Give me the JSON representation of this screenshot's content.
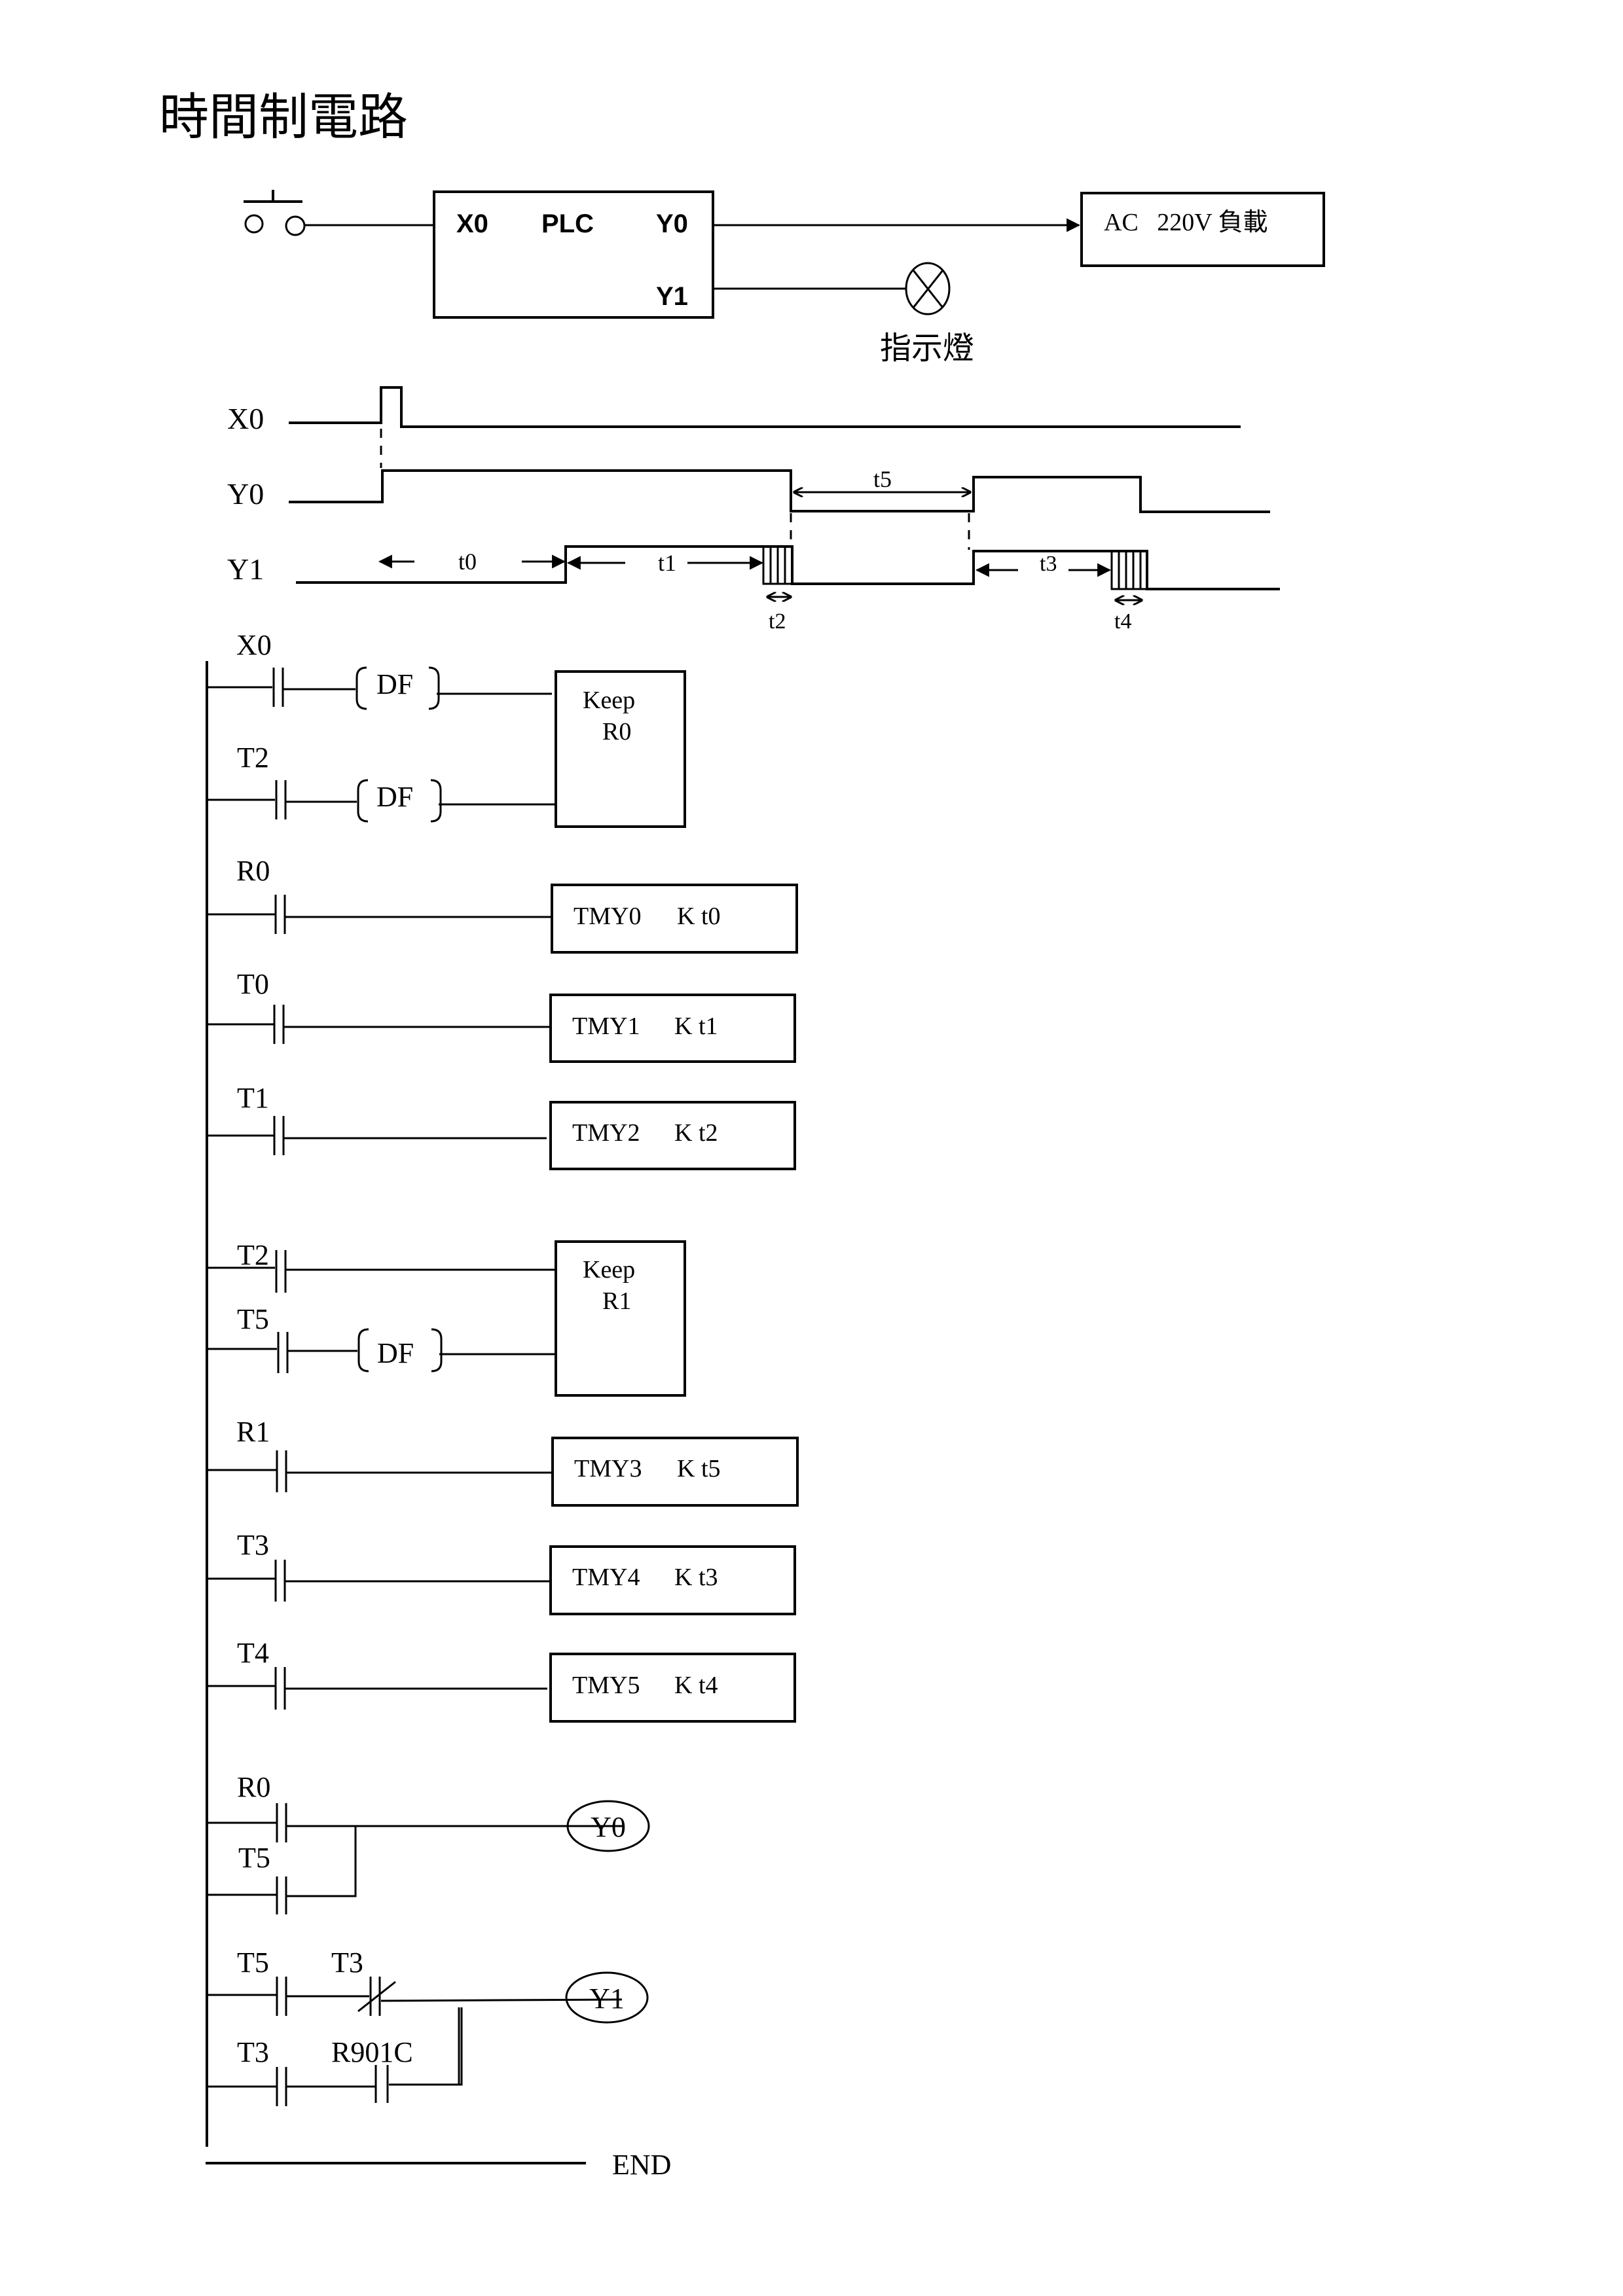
{
  "title": "時間制電路",
  "wiring": {
    "plc": {
      "input": "X0",
      "name": "PLC",
      "output0": "Y0",
      "output1": "Y1"
    },
    "load_label": "AC   220V 負載",
    "lamp_label": "指示燈"
  },
  "timing": {
    "signals": [
      "X0",
      "Y0",
      "Y1"
    ],
    "intervals": {
      "t0": "t0",
      "t1": "t1",
      "t2": "t2",
      "t3": "t3",
      "t4": "t4",
      "t5": "t5"
    }
  },
  "ladder": {
    "keep0": {
      "contacts": [
        "X0",
        "T2"
      ],
      "df": "DF",
      "title": "Keep",
      "relay": "R0"
    },
    "timers_a": [
      {
        "contact": "R0",
        "instr": "TMY0",
        "k": "K t0"
      },
      {
        "contact": "T0",
        "instr": "TMY1",
        "k": "K t1"
      },
      {
        "contact": "T1",
        "instr": "TMY2",
        "k": "K t2"
      }
    ],
    "keep1": {
      "contacts": [
        "T2",
        "T5"
      ],
      "df": "DF",
      "title": "Keep",
      "relay": "R1"
    },
    "timers_b": [
      {
        "contact": "R1",
        "instr": "TMY3",
        "k": "K t5"
      },
      {
        "contact": "T3",
        "instr": "TMY4",
        "k": "K t3"
      },
      {
        "contact": "T4",
        "instr": "TMY5",
        "k": "K t4"
      }
    ],
    "y0_rung": {
      "contacts": [
        "R0",
        "T5"
      ],
      "coil": "Y0"
    },
    "y1_rung": {
      "contacts_top": [
        "T5",
        "T3"
      ],
      "contacts_bottom": [
        "T3",
        "R901C"
      ],
      "coil": "Y1"
    },
    "end_label": "END"
  }
}
